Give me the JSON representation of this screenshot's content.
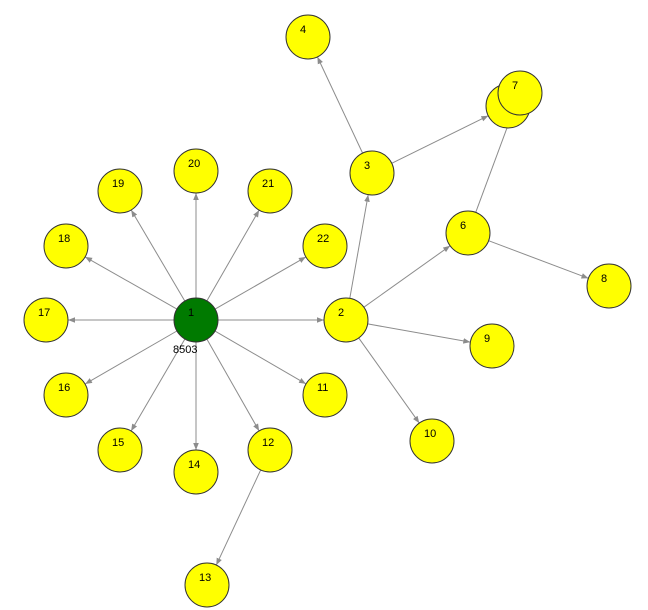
{
  "colors": {
    "root_fill": "#007a00",
    "node_fill": "#ffff00",
    "edge": "#8c8c8c",
    "node_stroke": "#333333"
  },
  "root_caption": "8503",
  "nodes": [
    {
      "id": "1",
      "label": "1",
      "root": true
    },
    {
      "id": "2",
      "label": "2"
    },
    {
      "id": "3",
      "label": "3"
    },
    {
      "id": "4",
      "label": "4"
    },
    {
      "id": "5",
      "label": "5"
    },
    {
      "id": "6",
      "label": "6"
    },
    {
      "id": "7",
      "label": "7"
    },
    {
      "id": "8",
      "label": "8"
    },
    {
      "id": "9",
      "label": "9"
    },
    {
      "id": "10",
      "label": "10"
    },
    {
      "id": "11",
      "label": "11"
    },
    {
      "id": "12",
      "label": "12"
    },
    {
      "id": "13",
      "label": "13"
    },
    {
      "id": "14",
      "label": "14"
    },
    {
      "id": "15",
      "label": "15"
    },
    {
      "id": "16",
      "label": "16"
    },
    {
      "id": "17",
      "label": "17"
    },
    {
      "id": "18",
      "label": "18"
    },
    {
      "id": "19",
      "label": "19"
    },
    {
      "id": "20",
      "label": "20"
    },
    {
      "id": "21",
      "label": "21"
    },
    {
      "id": "22",
      "label": "22"
    }
  ],
  "edges": [
    {
      "from": "1",
      "to": "2"
    },
    {
      "from": "1",
      "to": "11"
    },
    {
      "from": "1",
      "to": "12"
    },
    {
      "from": "1",
      "to": "14"
    },
    {
      "from": "1",
      "to": "15"
    },
    {
      "from": "1",
      "to": "16"
    },
    {
      "from": "1",
      "to": "17"
    },
    {
      "from": "1",
      "to": "18"
    },
    {
      "from": "1",
      "to": "19"
    },
    {
      "from": "1",
      "to": "20"
    },
    {
      "from": "1",
      "to": "21"
    },
    {
      "from": "1",
      "to": "22"
    },
    {
      "from": "2",
      "to": "3"
    },
    {
      "from": "2",
      "to": "6"
    },
    {
      "from": "2",
      "to": "9"
    },
    {
      "from": "2",
      "to": "10"
    },
    {
      "from": "3",
      "to": "4"
    },
    {
      "from": "3",
      "to": "5"
    },
    {
      "from": "6",
      "to": "7"
    },
    {
      "from": "6",
      "to": "8"
    },
    {
      "from": "12",
      "to": "13"
    }
  ]
}
